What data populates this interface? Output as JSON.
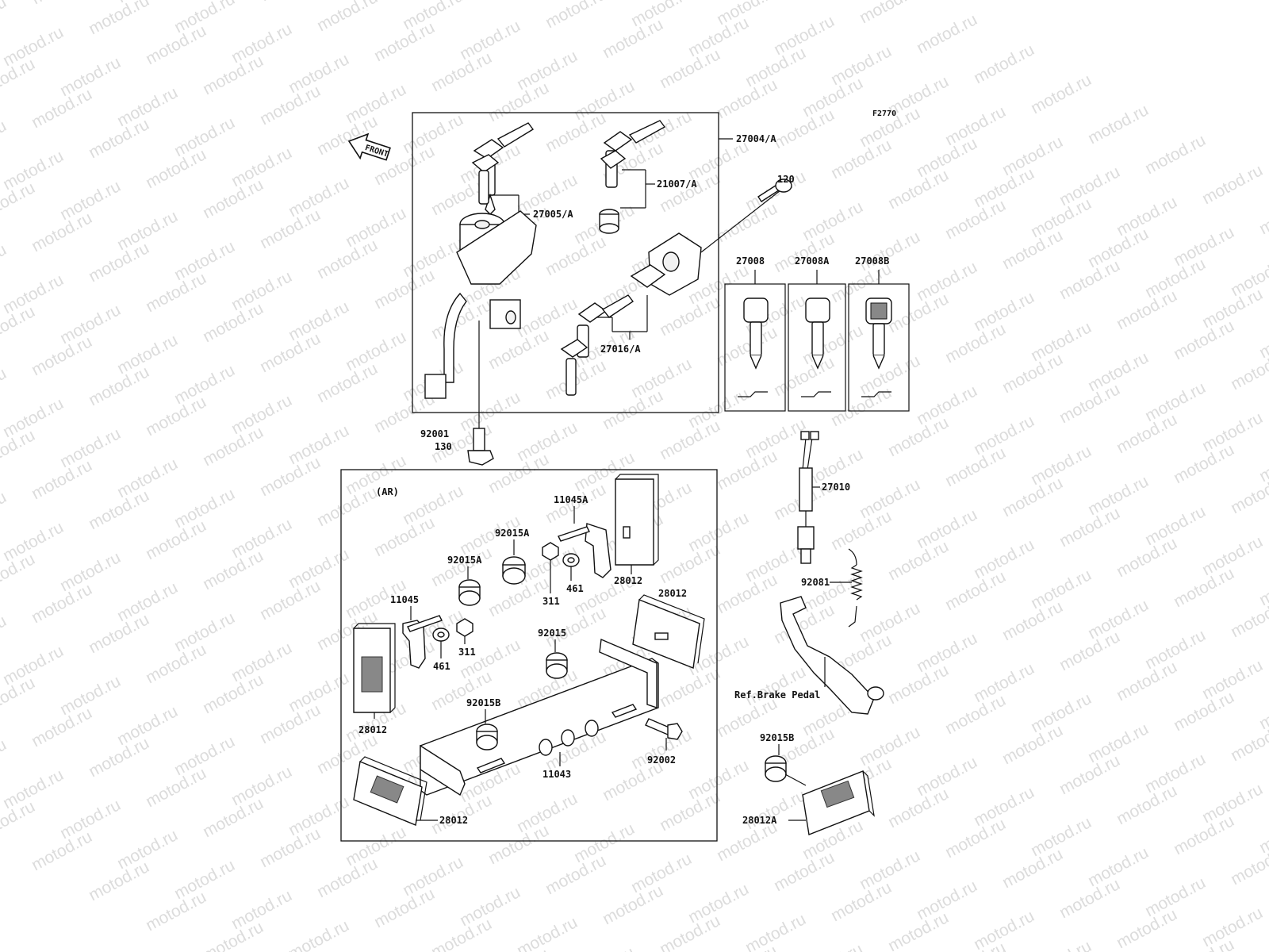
{
  "watermark": "motod.ru",
  "figure_code": "F2770",
  "front_label": "FRONT",
  "region_label": "(AR)",
  "labels": {
    "p27004": "27004/A",
    "p27005": "27005/A",
    "p21007": "21007/A",
    "p27016": "27016/A",
    "p120": "120",
    "p27008": "27008",
    "p27008a": "27008A",
    "p27008b": "27008B",
    "p92001": "92001",
    "p130": "130",
    "p27010": "27010",
    "p92081": "92081",
    "ref_brake": "Ref.Brake Pedal",
    "p11045a": "11045A",
    "p92015a_1": "92015A",
    "p92015a_2": "92015A",
    "p28012_1": "28012",
    "p28012_2": "28012",
    "p28012_3": "28012",
    "p28012_4": "28012",
    "p311_1": "311",
    "p461_1": "461",
    "p11045": "11045",
    "p461_2": "461",
    "p311_2": "311",
    "p92015": "92015",
    "p92015b_1": "92015B",
    "p92002": "92002",
    "p11043": "11043",
    "p92015b_2": "92015B",
    "p28012a": "28012A"
  }
}
